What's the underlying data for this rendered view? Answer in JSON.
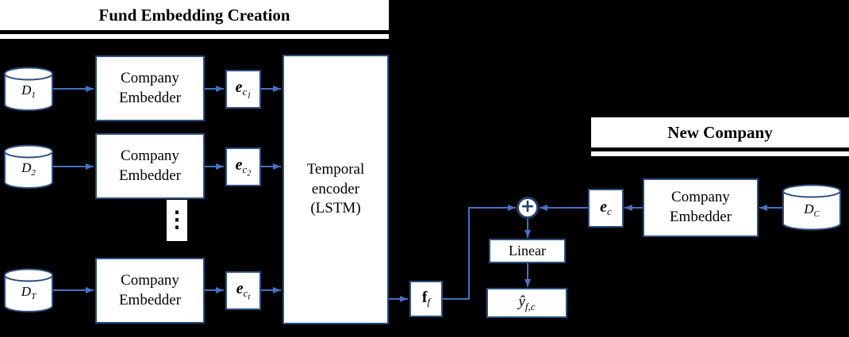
{
  "colors": {
    "background": "#000000",
    "box_border": "#2e4e7e",
    "arrow_blue": "#4472c4",
    "box_fill": "#ffffff"
  },
  "fund_section": {
    "title": "Fund Embedding Creation",
    "rows": [
      {
        "db": {
          "main": "D",
          "sub": "1"
        },
        "embedder": {
          "line1": "Company",
          "line2": "Embedder"
        },
        "embedding": {
          "main": "e",
          "sub": "c",
          "subsub": "1"
        }
      },
      {
        "db": {
          "main": "D",
          "sub": "2"
        },
        "embedder": {
          "line1": "Company",
          "line2": "Embedder"
        },
        "embedding": {
          "main": "e",
          "sub": "c",
          "subsub": "2"
        }
      },
      {
        "db": {
          "main": "D",
          "sub": "T"
        },
        "embedder": {
          "line1": "Company",
          "line2": "Embedder"
        },
        "embedding": {
          "main": "e",
          "sub": "c",
          "subsub": "t"
        }
      }
    ],
    "ellipsis": "⋮",
    "temporal_encoder": {
      "line1": "Temporal",
      "line2": "encoder",
      "line3": "(LSTM)"
    },
    "fund_embedding": {
      "main": "f",
      "sub": "f"
    }
  },
  "new_company_section": {
    "title": "New Company",
    "db": {
      "main": "D",
      "sub": "C"
    },
    "embedder": {
      "line1": "Company",
      "line2": "Embedder"
    },
    "embedding": {
      "main": "e",
      "sub": "c"
    }
  },
  "fusion": {
    "plus": "+"
  },
  "linear": {
    "label": "Linear"
  },
  "output": {
    "main": "ŷ",
    "sub": "f,c"
  }
}
